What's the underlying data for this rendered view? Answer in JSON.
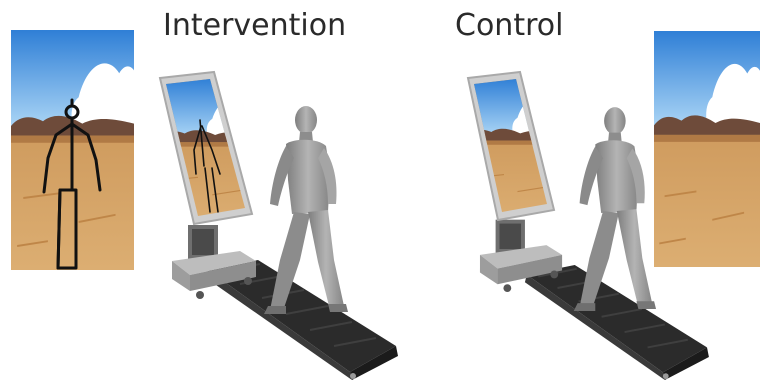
{
  "labels": {
    "intervention": "Intervention",
    "control": "Control"
  },
  "colors": {
    "sky_top": "#2f7fd6",
    "sky_bottom": "#a9d4f5",
    "cloud": "#ffffff",
    "hills": "#6e4b3a",
    "sand": "#d8a463",
    "sand_dark": "#c58d4f",
    "stick_figure": "#111111",
    "treadmill_belt": "#2b2b2b",
    "treadmill_side": "#3a3a3a",
    "mannequin": "#9a9a9a",
    "mannequin_shadow": "#7a7a7a",
    "frame": "#c8c8c8",
    "stand": "#8e8e8e",
    "text": "#2a2a2a"
  },
  "scene": {
    "background": "desert-landscape",
    "intervention_overlay": "stick-figure-avatar",
    "control_overlay": "none"
  }
}
